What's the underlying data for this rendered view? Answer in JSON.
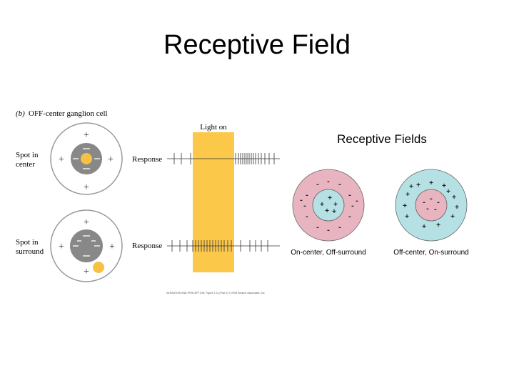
{
  "slide": {
    "title": "Receptive Field"
  },
  "left_figure": {
    "panel_letter": "(b)",
    "panel_title": "OFF-center ganglion cell",
    "light_label": "Light on",
    "rows": [
      {
        "label_line1": "Spot in",
        "label_line2": "center",
        "response_label": "Response"
      },
      {
        "label_line1": "Spot in",
        "label_line2": "surround",
        "response_label": "Response"
      }
    ],
    "caption": "SENSATION AND PERCEPTION, Figure 2.13 (Part 2) © 2006 Sinauer Associates, Inc.",
    "colors": {
      "light_bar": "#FCC84A",
      "spot": "#F5C243",
      "center_disc": "#888888"
    }
  },
  "right_figure": {
    "title": "Receptive Fields",
    "fields": [
      {
        "caption": "On-center, Off-surround",
        "center_sign": "+",
        "surround_sign": "-",
        "surround_color": "#E8B4C0",
        "center_color": "#B5E1E4"
      },
      {
        "caption": "Off-center, On-surround",
        "center_sign": "-",
        "surround_sign": "+",
        "surround_color": "#B5E1E4",
        "center_color": "#E8B4C0"
      }
    ]
  }
}
